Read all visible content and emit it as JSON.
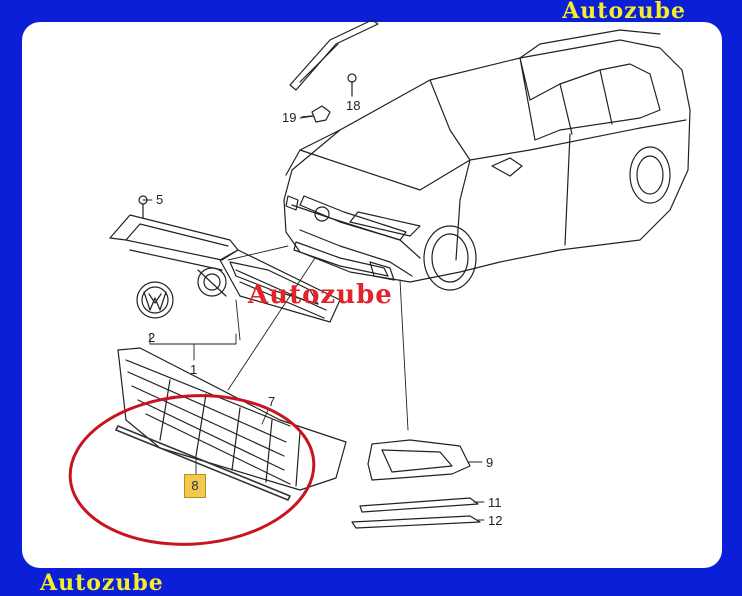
{
  "branding": {
    "top": "Autozube",
    "bottom": "Autozube",
    "watermark": "Autozube"
  },
  "callouts": {
    "c1": "1",
    "c2": "2",
    "c5": "5",
    "c7": "7",
    "c9": "9",
    "c11": "11",
    "c12": "12",
    "c18": "18",
    "c19": "19"
  },
  "highlight": {
    "part_number": "8",
    "ring_color": "#c8141e",
    "tag_color": "#f0c94e"
  },
  "colors": {
    "background": "#0a1fd6",
    "brand_text": "#f5ec2a",
    "watermark": "#e0242a"
  }
}
